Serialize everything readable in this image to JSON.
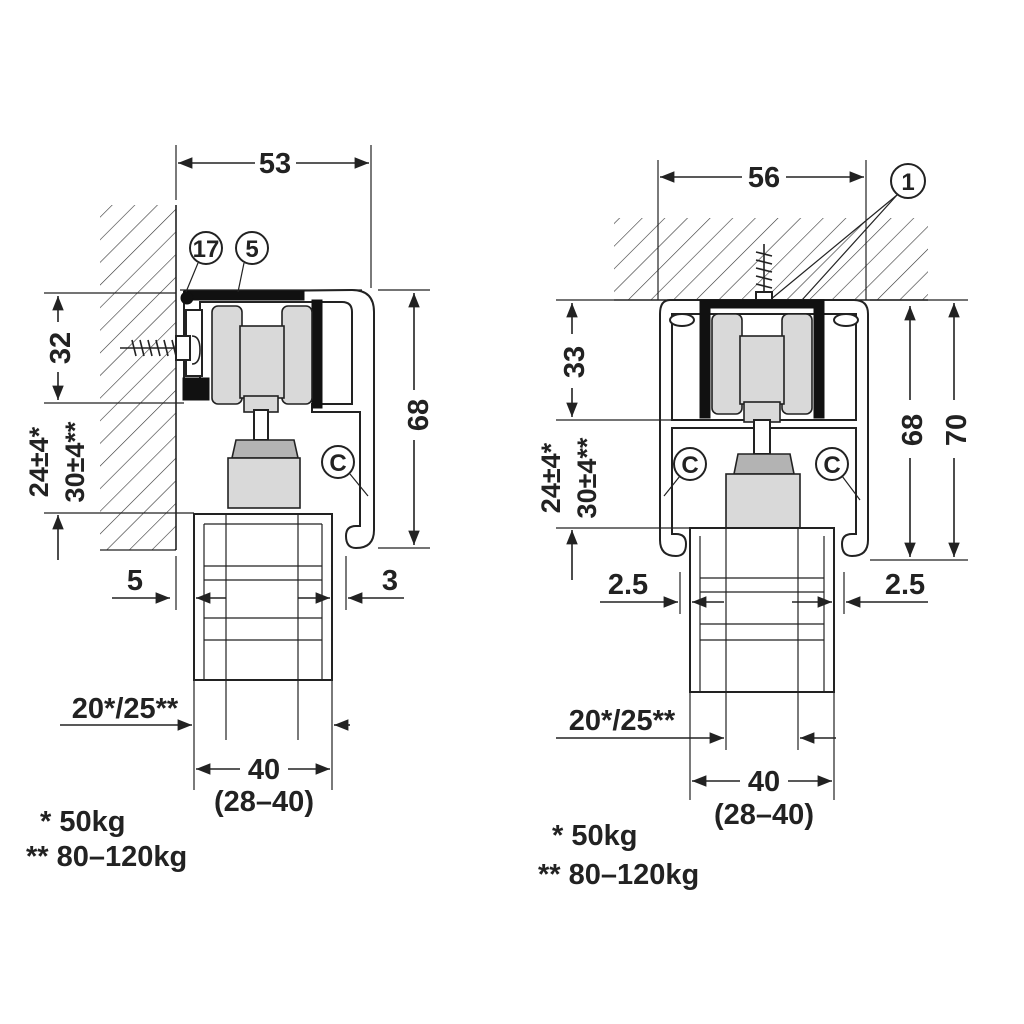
{
  "left_drawing": {
    "dim_top_width": "53",
    "dim_height_32": "32",
    "dim_height_68": "68",
    "dim_adjust_1": "24±4*",
    "dim_adjust_2": "30±4**",
    "dim_gap_left": "5",
    "dim_gap_right": "3",
    "dim_door_thickness": "20*/25**",
    "dim_door_width": "40",
    "dim_door_range": "(28–40)",
    "callout_17": "17",
    "callout_5": "5",
    "callout_c": "C"
  },
  "right_drawing": {
    "dim_top_width": "56",
    "dim_height_33": "33",
    "dim_height_68": "68",
    "dim_height_70": "70",
    "dim_adjust_1": "24±4*",
    "dim_adjust_2": "30±4**",
    "dim_gap_left": "2.5",
    "dim_gap_right": "2.5",
    "dim_door_thickness": "20*/25**",
    "dim_door_width": "40",
    "dim_door_range": "(28–40)",
    "callout_1": "1",
    "callout_c_left": "C",
    "callout_c_right": "C"
  },
  "notes": {
    "left_note_1": "* 50kg",
    "left_note_2": "** 80–120kg",
    "right_note_1": "* 50kg",
    "right_note_2": "** 80–120kg"
  }
}
